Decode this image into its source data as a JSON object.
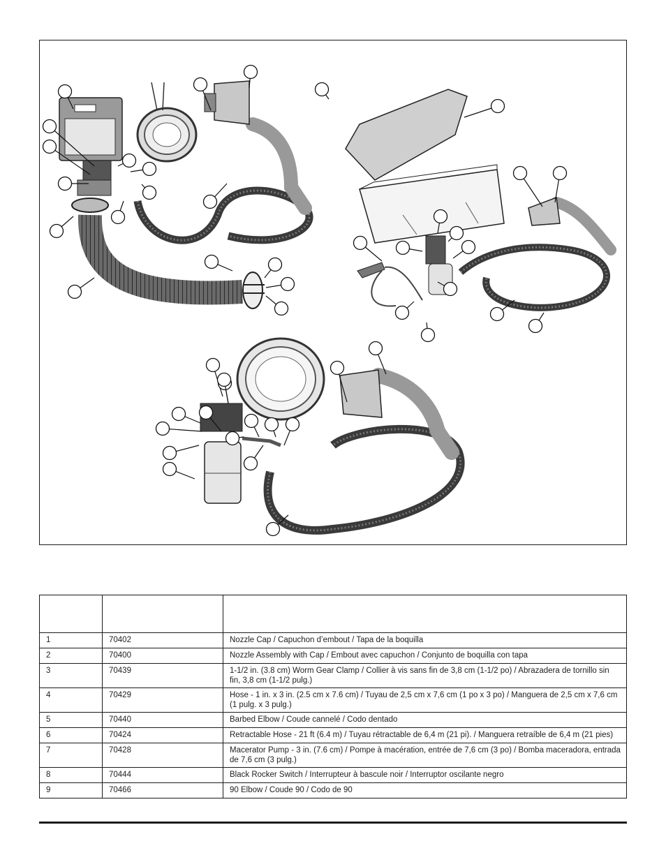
{
  "figure": {
    "callout_count": 47
  },
  "table": {
    "headers": {
      "number": "",
      "part_no": "",
      "description": ""
    },
    "rows": [
      {
        "number": "1",
        "part_no": "70402",
        "description": "Nozzle Cap / Capuchon d’embout / Tapa de la boquilla"
      },
      {
        "number": "2",
        "part_no": "70400",
        "description": "Nozzle Assembly with Cap / Embout avec capuchon / Conjunto de boquilla con tapa"
      },
      {
        "number": "3",
        "part_no": "70439",
        "description": "1-1/2 in. (3.8 cm) Worm Gear Clamp / Collier à vis sans fin de 3,8 cm (1-1/2 po) / Abrazadera de tornillo sin fin, 3,8 cm (1-1/2 pulg.)"
      },
      {
        "number": "4",
        "part_no": "70429",
        "description": "Hose - 1 in. x 3 in. (2.5 cm x 7.6 cm) / Tuyau de 2,5 cm x 7,6 cm (1 po x 3 po) / Manguera de 2,5 cm x 7,6 cm (1 pulg. x 3 pulg.)"
      },
      {
        "number": "5",
        "part_no": "70440",
        "description": "Barbed Elbow / Coude cannelé / Codo dentado"
      },
      {
        "number": "6",
        "part_no": "70424",
        "description": "Retractable Hose - 21 ft (6.4 m) / Tuyau rétractable de 6,4 m (21 pi). / Manguera retraíble de 6,4 m (21 pies)"
      },
      {
        "number": "7",
        "part_no": "70428",
        "description": "Macerator Pump - 3 in. (7.6 cm) / Pompe à macération, entrée de 7,6 cm (3 po) / Bomba maceradora, entrada de 7,6 cm (3 pulg.)"
      },
      {
        "number": "8",
        "part_no": "70444",
        "description": "Black Rocker Switch / Interrupteur à bascule noir / Interruptor oscilante negro"
      },
      {
        "number": "9",
        "part_no": "70466",
        "description": "90 Elbow / Coude 90 / Codo de 90"
      }
    ]
  }
}
